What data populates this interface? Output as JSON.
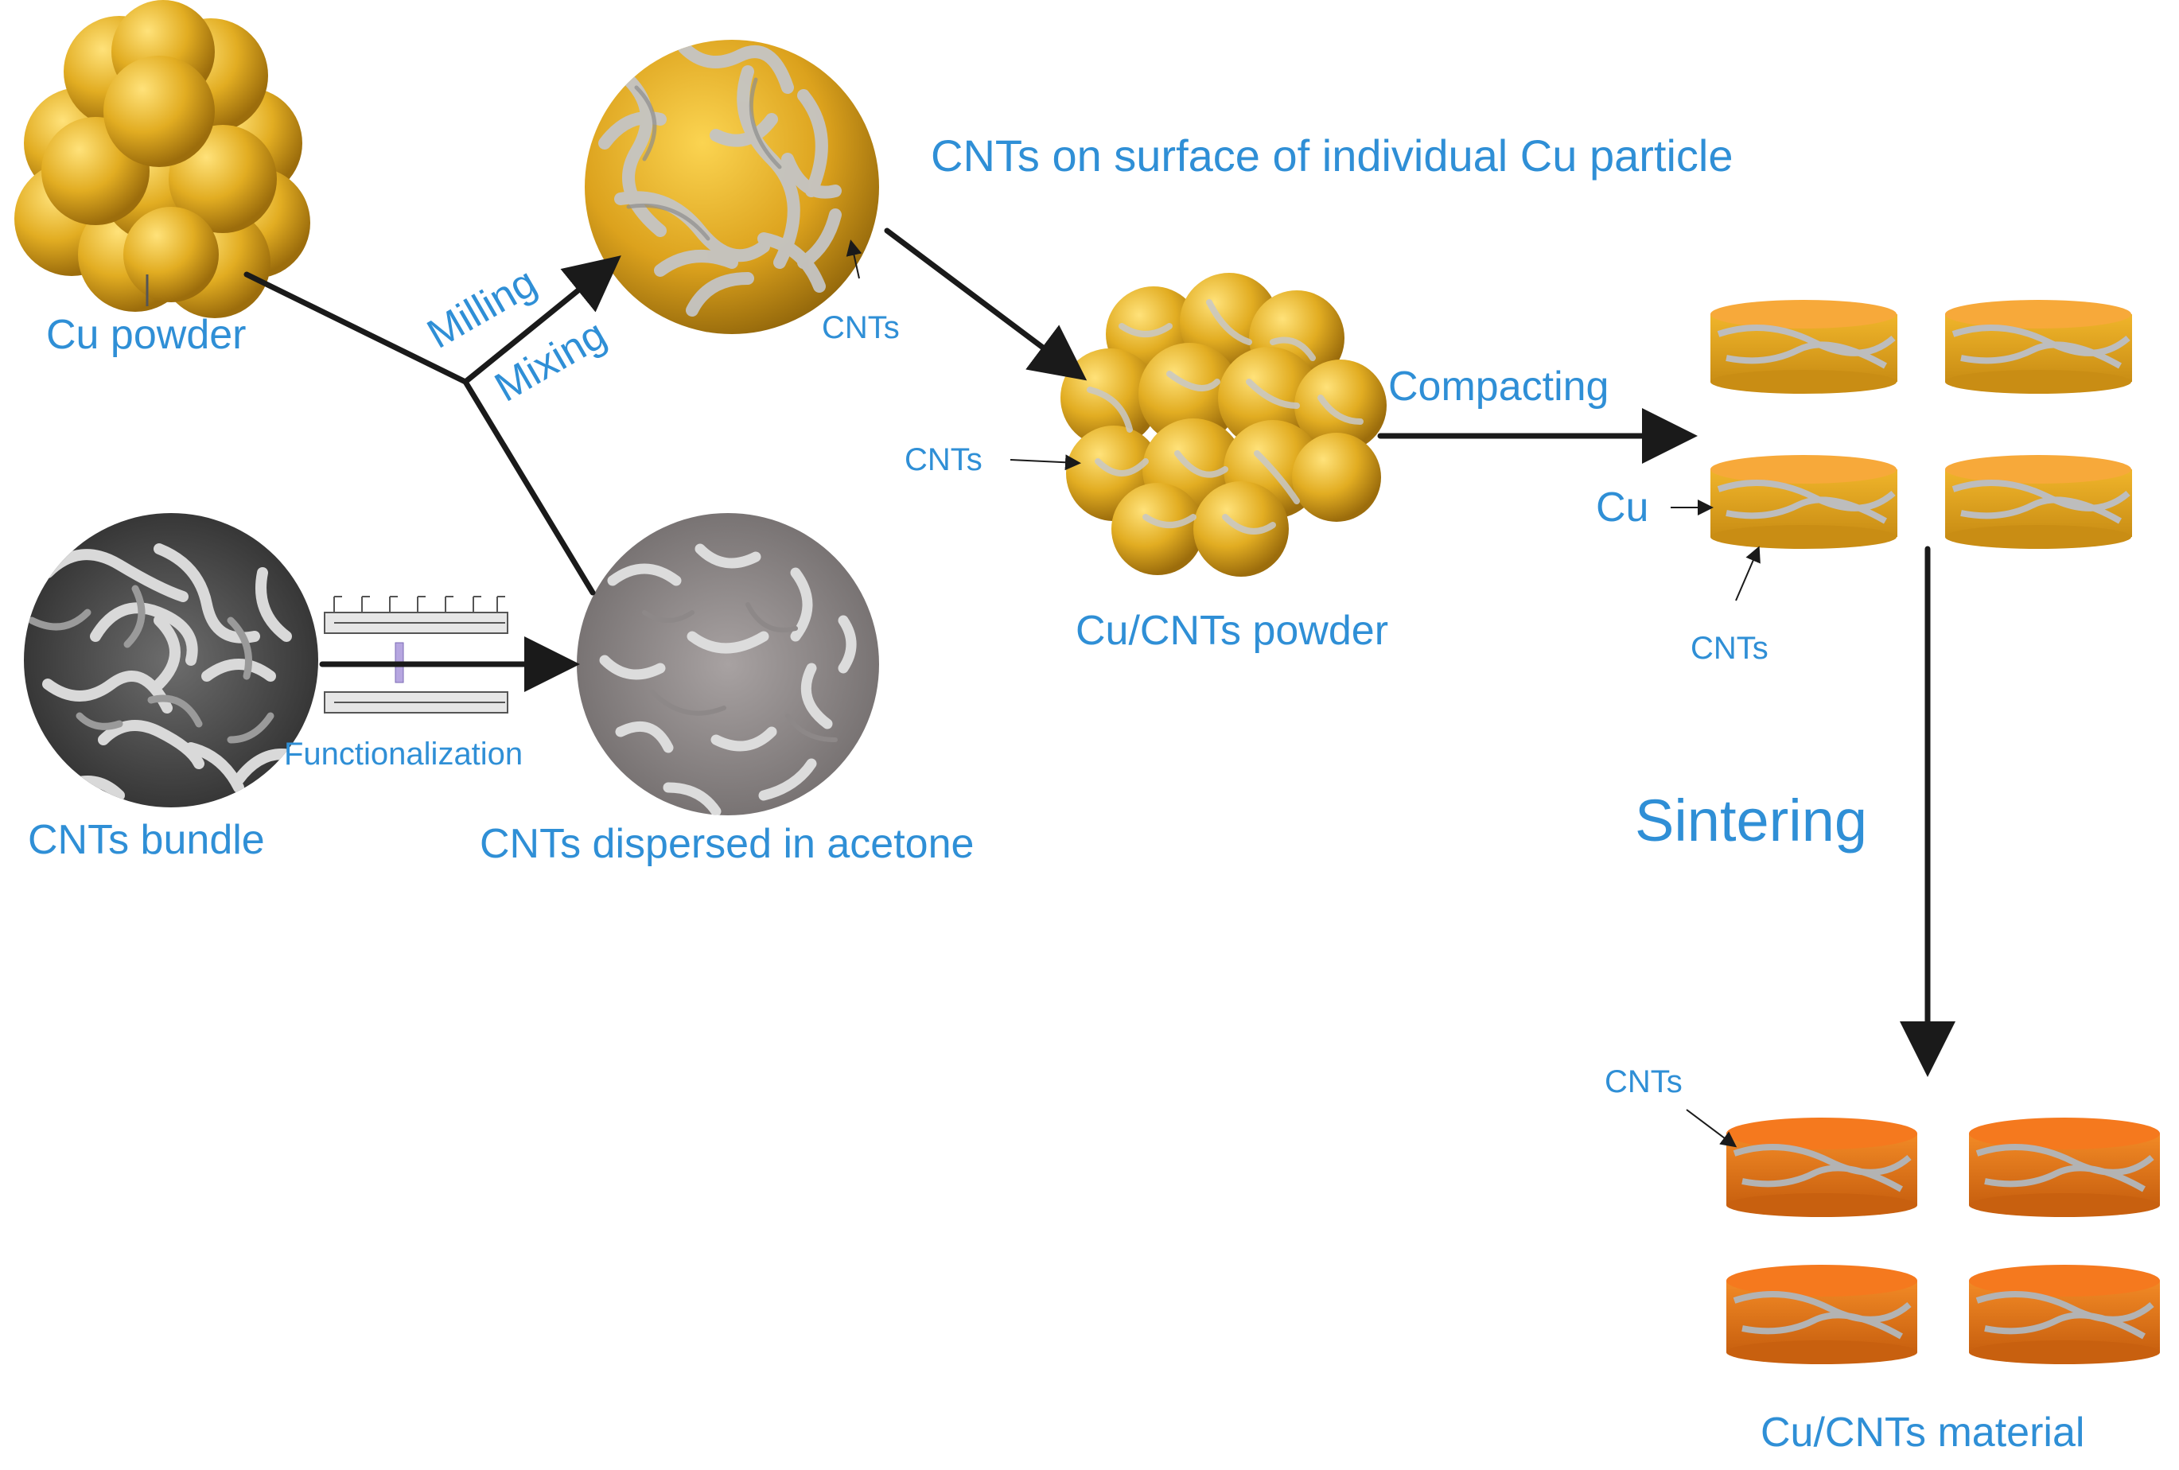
{
  "labels": {
    "cu_powder": "Cu powder",
    "milling": "Milling",
    "mixing": "Mixing",
    "cnts_on_surface": "CNTs on surface of individual Cu particle",
    "cnts_particle_pointer": "CNTs",
    "cnts_powder_pointer": "CNTs",
    "cu_cnts_powder": "Cu/CNTs powder",
    "compacting": "Compacting",
    "cu_pointer": "Cu",
    "cnts_disc_pointer": "CNTs",
    "sintering": "Sintering",
    "cnts_sintered_pointer": "CNTs",
    "cu_cnts_material": "Cu/CNTs material",
    "functionalization": "Functionalization",
    "cnts_bundle": "CNTs bundle",
    "cnts_dispersed": "CNTs dispersed in acetone"
  },
  "colors": {
    "label_blue": "#2f8fd6",
    "copper_gold": "#e6b32a",
    "copper_dark": "#a8780e",
    "sintered_orange": "#f07a1c",
    "cnt_gray": "#b8b8b8",
    "arrow_black": "#1a1a1a"
  }
}
